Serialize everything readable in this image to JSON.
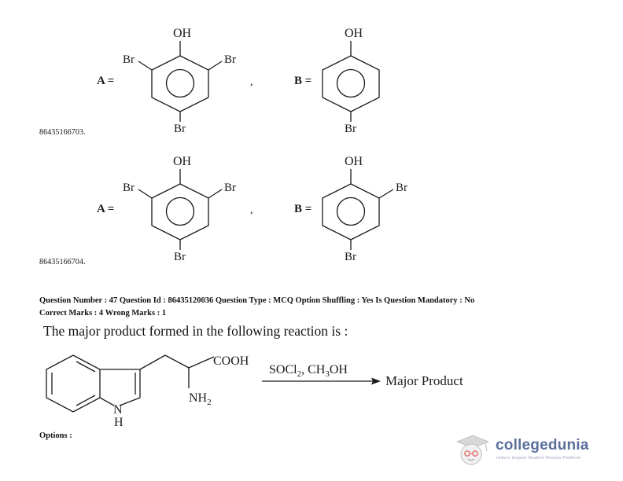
{
  "structures": {
    "labels": {
      "oh": "OH",
      "br": "Br",
      "a_label": "A =",
      "b_label": "B =",
      "comma": ","
    }
  },
  "options": [
    {
      "id": "86435166703."
    },
    {
      "id": "86435166704."
    }
  ],
  "question": {
    "meta_line_1": "Question Number : 47 Question Id : 86435120036 Question Type : MCQ Option Shuffling : Yes Is Question Mandatory : No",
    "meta_line_2": "Correct Marks : 4 Wrong Marks : 1",
    "text": "The major product formed in the following reaction is :",
    "reaction": {
      "cooh": "COOH",
      "nh2_n": "NH",
      "nh2_sub": "2",
      "ring_n": "N",
      "ring_h": "H",
      "reagent_socl": "SOCl",
      "reagent_sub1": "2",
      "reagent_sep": ", CH",
      "reagent_sub2": "3",
      "reagent_oh": "OH",
      "product": "Major Product"
    }
  },
  "footer": {
    "options_label": "Options :"
  },
  "logo": {
    "name": "collegedunia",
    "tagline": "India's largest Student Review Platform",
    "colors": {
      "text": "#5a6f9b",
      "accent": "#e0574f"
    }
  }
}
